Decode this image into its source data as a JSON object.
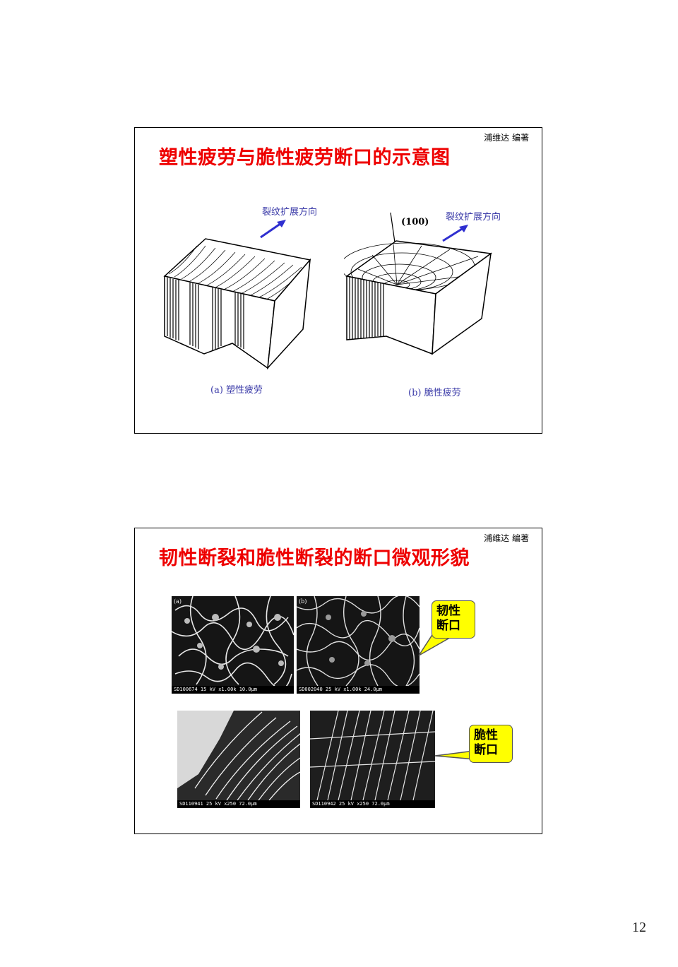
{
  "page_number": "12",
  "slides": [
    {
      "author": "浦维达  编著",
      "title": "塑性疲劳与脆性疲劳断口的示意图",
      "figures": [
        {
          "direction_label": "裂纹扩展方向",
          "caption": "(a) 塑性疲劳"
        },
        {
          "direction_label": "裂纹扩展方向",
          "plane_label": "(100)",
          "caption": "(b) 脆性疲劳"
        }
      ]
    },
    {
      "author": "浦维达  编著",
      "title": "韧性断裂和脆性断裂的断口微观形貌",
      "photos": [
        {
          "tag": "(a)",
          "caption": "SD100674 15 kV x1.00k 10.0μm"
        },
        {
          "tag": "(b)",
          "caption": "SD002040 25 kV x1.00k 24.0μm"
        },
        {
          "tag": "",
          "caption": "SD110941 25 kV x250 72.0μm"
        },
        {
          "tag": "",
          "caption": "SD110942 25 kV x250 72.0μm"
        }
      ],
      "callouts": [
        {
          "line1": "韧性",
          "line2": "断口"
        },
        {
          "line1": "脆性",
          "line2": "断口"
        }
      ]
    }
  ]
}
